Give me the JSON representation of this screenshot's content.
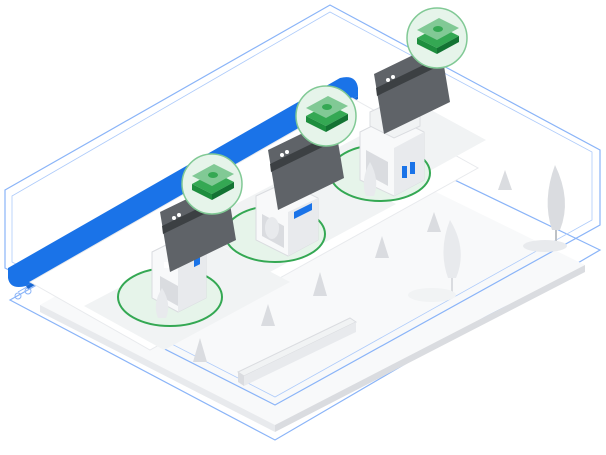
{
  "illustration": {
    "kind": "isometric payments illustration",
    "icons": [
      "browser-window",
      "credit-card",
      "cash-stack",
      "building",
      "tree",
      "bench"
    ]
  },
  "colors": {
    "accent_blue": "#1a73e8",
    "outline_blue": "#8ab4f8",
    "money_green": "#34a853",
    "money_light": "#81c995",
    "ring_green": "#1e8e3e",
    "card_dark": "#5f6368",
    "card_darker": "#3c4043",
    "platform_light": "#f8f9fa",
    "platform_shade": "#e8eaed",
    "tree_grey": "#dadce0"
  },
  "scene": {
    "buildings": 3,
    "cards": 3,
    "cash_stacks": 3,
    "trees": 10,
    "benches": 1
  }
}
